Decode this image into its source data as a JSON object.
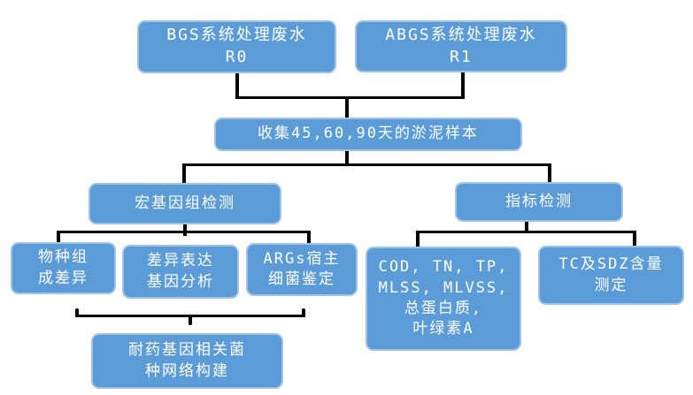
{
  "diagram": {
    "background_color": "#ffffff",
    "box_fill_color": "#5B9CD8",
    "box_border_color": "#9DC3E8",
    "box_text_color": "#ffffff",
    "connector_color": "#000000"
  },
  "nodes": {
    "bgs": {
      "lines": [
        "BGS系统处理废水",
        "R0"
      ]
    },
    "abgs": {
      "lines": [
        "ABGS系统处理废水",
        "R1"
      ]
    },
    "collect": {
      "lines": [
        "收集45,60,90天的淤泥样本"
      ]
    },
    "metagenome": {
      "lines": [
        "宏基因组检测"
      ]
    },
    "indicator": {
      "lines": [
        "指标检测"
      ]
    },
    "species": {
      "lines": [
        "物种组",
        "成差异"
      ]
    },
    "diffexpr": {
      "lines": [
        "差异表达",
        "基因分析"
      ]
    },
    "argshost": {
      "lines": [
        "ARGs宿主",
        "细菌鉴定"
      ]
    },
    "cod": {
      "lines": [
        "COD, TN, TP,",
        "MLSS, MLVSS,",
        "总蛋白质,",
        "叶绿素A"
      ]
    },
    "tcsdz": {
      "lines": [
        "TC及SDZ含量",
        "测定"
      ]
    },
    "network": {
      "lines": [
        "耐药基因相关菌",
        "种网络构建"
      ]
    }
  }
}
